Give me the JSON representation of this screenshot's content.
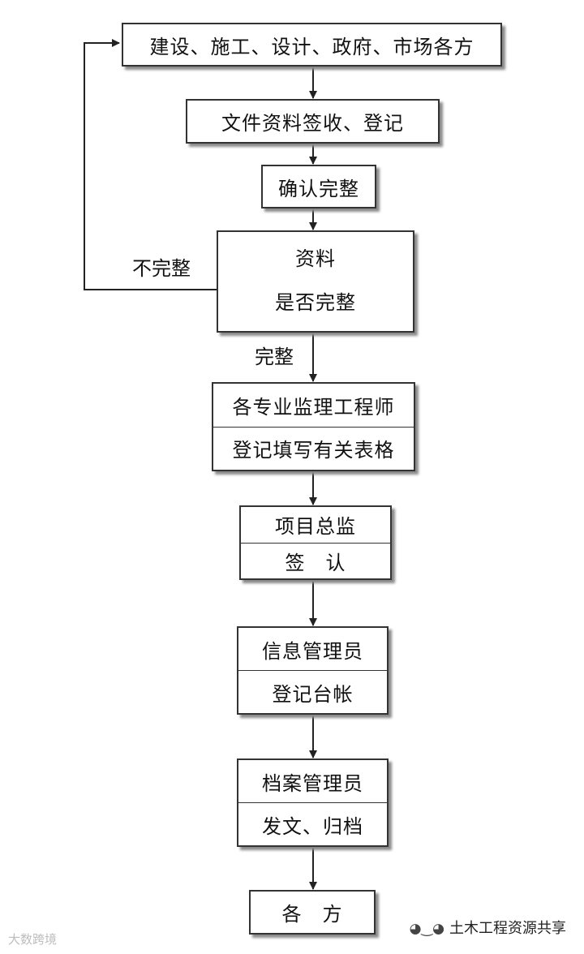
{
  "flowchart": {
    "box1": "建设、施工、设计、政府、市场各方",
    "box2": "文件资料签收、登记",
    "box3": "确认完整",
    "decision": {
      "line1": "资料",
      "line2": "是否完整"
    },
    "label_incomplete": "不完整",
    "label_complete": "完整",
    "box5": {
      "line1": "各专业监理工程师",
      "line2": "登记填写有关表格"
    },
    "box6": {
      "line1": "项目总监",
      "line2": "签　认"
    },
    "box7": {
      "line1": "信息管理员",
      "line2": "登记台帐"
    },
    "box8": {
      "line1": "档案管理员",
      "line2": "发文、归档"
    },
    "box9": "各　方"
  },
  "watermark": {
    "left": "大数跨境",
    "right": "土木工程资源共享",
    "right_icon": "wechat-icon"
  }
}
